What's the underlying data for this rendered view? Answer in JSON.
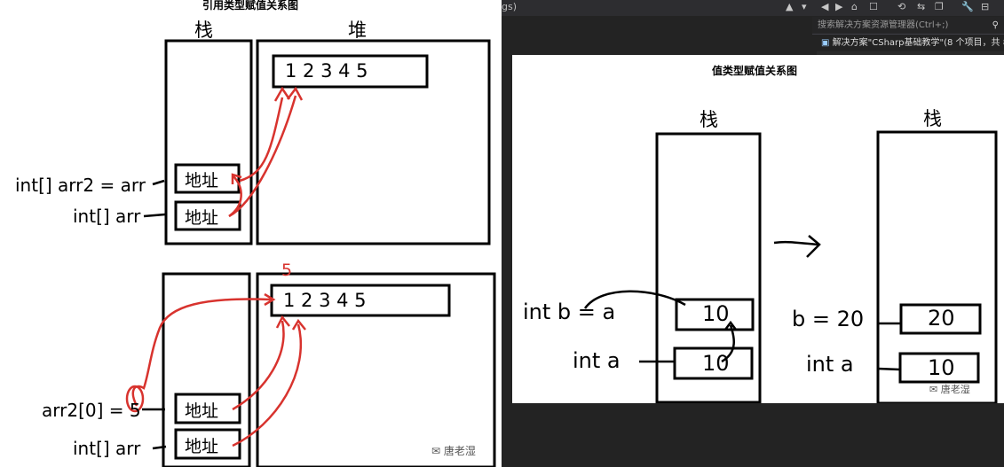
{
  "left_panel": {
    "title": "引用类型赋值关系图",
    "stack_label": "栈",
    "heap_label": "堆",
    "top": {
      "heap_values": "1 2 3 4 5",
      "slot1_label": "地址",
      "slot2_label": "地址",
      "var1": "int[] arr2 = arr",
      "var2": "int[] arr"
    },
    "bottom": {
      "modified_marker": "5",
      "heap_values": "1 2 3 4 5",
      "slot1_label": "地址",
      "slot2_label": "地址",
      "var1": "arr2[0] = 5",
      "var2": "int[] arr"
    },
    "watermark": "唐老湿"
  },
  "ide": {
    "title_fragment": "gs)",
    "search_placeholder": "搜索解决方案资源管理器(Ctrl+;)",
    "solution_item": "解决方案\"CSharp基础教学\"(8 个项目，共 8",
    "search_icon": "search-icon"
  },
  "right_panel": {
    "title": "值类型赋值关系图",
    "stack1_label": "栈",
    "stack2_label": "栈",
    "left": {
      "slot_top": "10",
      "slot_bottom": "10",
      "var_top": "int b = a",
      "var_bottom": "int a"
    },
    "right": {
      "slot_top": "20",
      "slot_bottom": "10",
      "var_top": "b = 20",
      "var_bottom": "int a"
    },
    "watermark": "唐老湿"
  }
}
